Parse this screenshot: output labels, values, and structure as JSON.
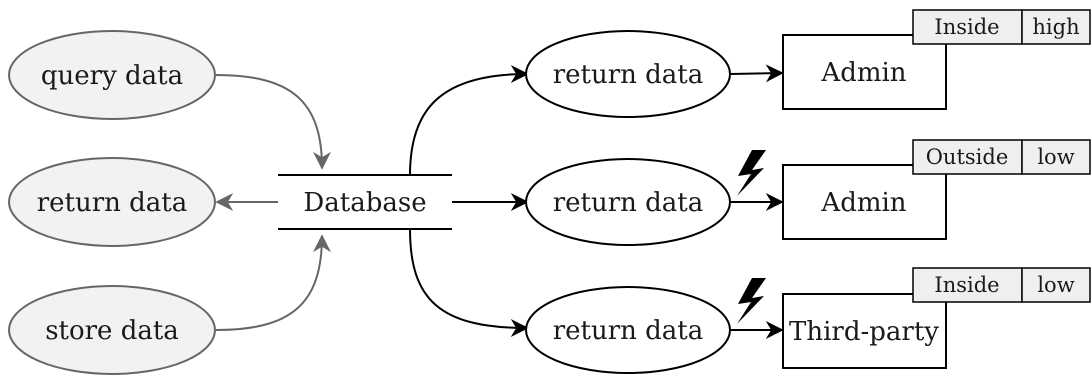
{
  "nodes": {
    "query_data": "query data",
    "return_data_left": "return data",
    "store_data": "store data",
    "database": "Database",
    "return_data_top": "return data",
    "return_data_mid": "return data",
    "return_data_bottom": "return data",
    "admin_top": "Admin",
    "admin_mid": "Admin",
    "third_party": "Third-party"
  },
  "tags": {
    "top": {
      "location": "Inside",
      "trust": "high"
    },
    "mid": {
      "location": "Outside",
      "trust": "low"
    },
    "bottom": {
      "location": "Inside",
      "trust": "low"
    }
  },
  "icons": {
    "threat": "lightning-bolt-icon"
  },
  "colors": {
    "faded_fill": "#f2f2f2",
    "faded_stroke": "#666666",
    "stroke": "#000000",
    "tag_fill": "#efefef"
  }
}
